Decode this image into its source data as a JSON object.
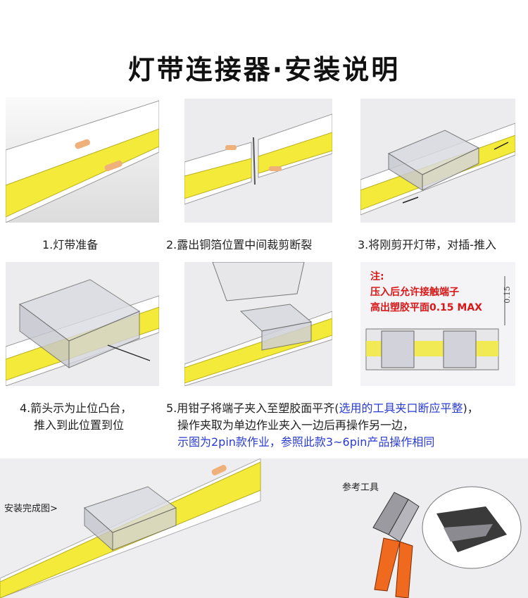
{
  "title": "灯带连接器·安装说明",
  "steps": {
    "s1": "1.灯带准备",
    "s2": "2.露出铜箔位置中间裁剪断裂",
    "s3": "3.将刚剪开灯带，对插-推入",
    "s4_line1": "4.箭头示为止位凸台，",
    "s4_line2": "推入到此位置到位",
    "s5_line1_a": "5.用钳子将端子夹入至塑胶面平齐(",
    "s5_line1_b": "选用的工具夹口断应平整",
    "s5_line1_c": ")，",
    "s5_line2": "操作夹取为单边作业夹入一边后再操作另一边，",
    "s5_line3": "示图为2pin款作业，参照此款3~6pin产品操作相同"
  },
  "note": {
    "line1": "注:",
    "line2": "压入后允许接触端子",
    "line3": "高出塑胶平面0.15 MAX",
    "dimension": "0.15"
  },
  "bottom": {
    "done_label": "安装完成图>",
    "tool_label": "参考工具"
  },
  "colors": {
    "led_yellow": "#f3ea3a",
    "pad_orange": "#f0b07a",
    "plier_orange": "#ef6a1e",
    "note_red": "#d81818",
    "text_blue": "#2a3bd0"
  },
  "icons": [
    "led-strip-image",
    "connector-image",
    "pliers-icon",
    "arrow-icon"
  ]
}
